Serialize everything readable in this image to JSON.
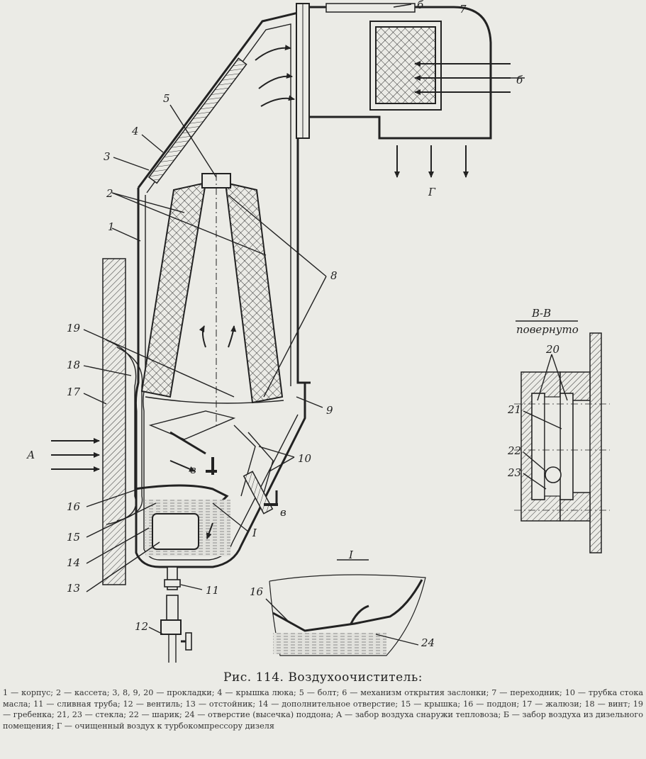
{
  "figure": {
    "caption": "Рис. 114. Воздухоочиститель:",
    "legend": "1 — корпус; 2 — кассета; 3, 8, 9, 20 — прокладки; 4 — крышка люка; 5 — болт; 6 — механизм открытия заслонки; 7 — переходник; 10 — трубка стока масла; 11 — сливная труба; 12 — вентиль; 13 — отстойник; 14 — дополнительное отверстие; 15 — крышка; 16 — поддон; 17 — жалюзи; 18 — винт; 19 — гребенка; 21, 23 — стекла; 22 — шарик; 24 — отверстие (высечка) поддона; А — забор воздуха снаружи тепловоза; Б — забор воздуха из дизельного помещения; Г — очищенный воздух к турбокомпрессору дизеля"
  },
  "labels": {
    "l1": "1",
    "l2": "2",
    "l3": "3",
    "l4": "4",
    "l5": "5",
    "l6a": "б",
    "l6b": "б",
    "l7": "7",
    "l8": "8",
    "l9": "9",
    "l10": "10",
    "l11": "11",
    "l12": "12",
    "l13": "13",
    "l14": "14",
    "l15": "15",
    "l16": "16",
    "l17": "17",
    "l18": "18",
    "l19": "19",
    "lA": "А",
    "lG": "Г",
    "lI": "I",
    "lV1": "в",
    "lV2": "в",
    "detail_I_title": "I",
    "detail_I_16": "16",
    "detail_I_24": "24",
    "section_title": "В-В",
    "section_sub": "повернуто",
    "s20": "20",
    "s21": "21",
    "s22": "22",
    "s23": "23"
  }
}
